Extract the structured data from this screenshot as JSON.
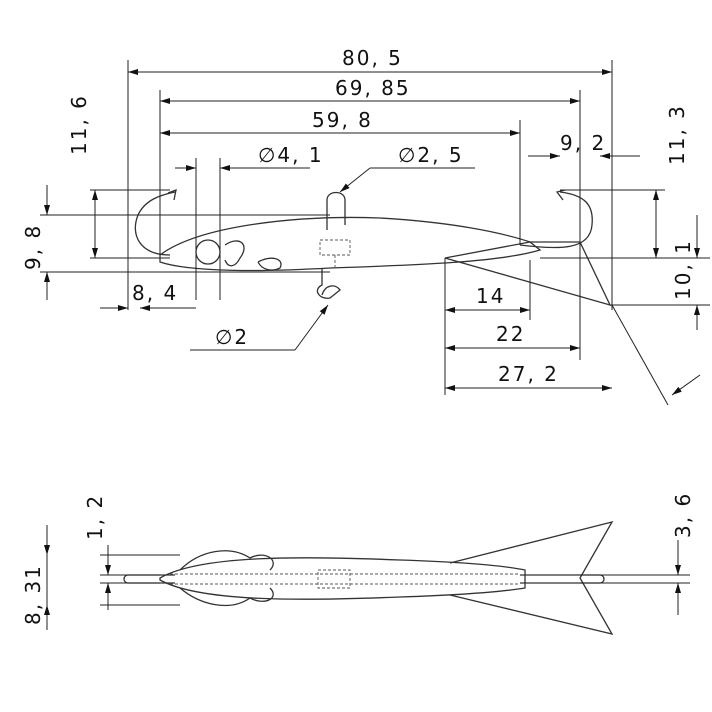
{
  "drawing": {
    "side_view": {
      "overall_length": "80, 5",
      "hook_to_hook": "69, 85",
      "body_length": "59, 8",
      "eye_diameter": "∅4, 1",
      "top_ring_diameter": "∅2, 5",
      "tail_hook_offset": "9, 2",
      "tail_hook_height": "11, 3",
      "front_hook_height": "11, 6",
      "body_height": "9, 8",
      "nose_to_eye": "8, 4",
      "snap_diameter": "∅2",
      "tail_14": "14",
      "tail_22": "22",
      "tail_27": "27, 2",
      "tail_height": "10, 1"
    },
    "top_view": {
      "head_width": "1, 2",
      "body_width": "8, 31",
      "fin_width": "3, 6"
    }
  }
}
